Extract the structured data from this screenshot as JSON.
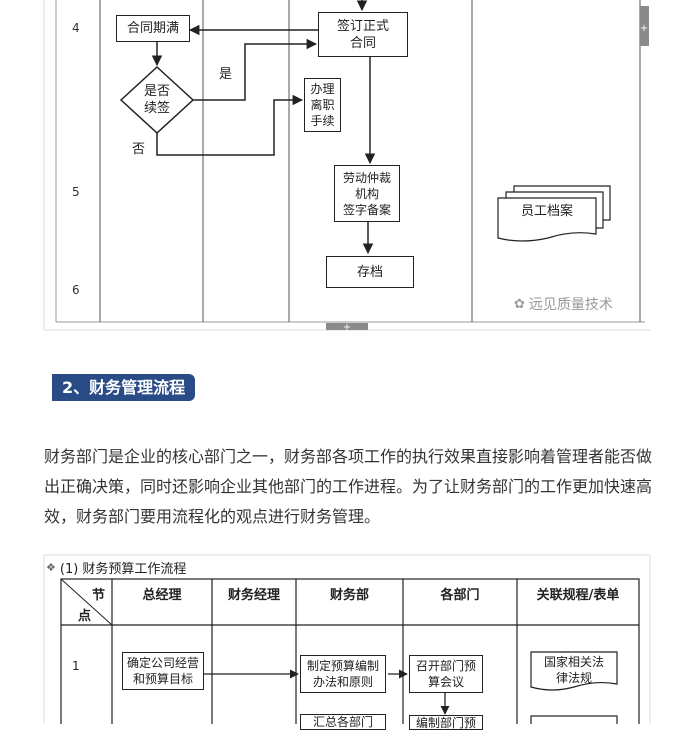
{
  "flow1": {
    "rows": [
      "4",
      "5",
      "6"
    ],
    "nodes": {
      "contract_expire": "合同期满",
      "sign_formal": "签订正式\n合同",
      "renew_q": "是否\n续签",
      "resign": "办理\n离职\n手续",
      "labor_arb": "劳动仲裁\n机构\n签字备案",
      "archive": "存档",
      "emp_file": "员工档案"
    },
    "labels": {
      "yes": "是",
      "no": "否"
    },
    "watermark": "远见质量技术"
  },
  "section": {
    "title": "2、财务管理流程"
  },
  "article": {
    "paragraph": "财务部门是企业的核心部门之一，财务部各项工作的执行效果直接影响着管理者能否做出正确决策，同时还影响企业其他部门的工作进程。为了让财务部门的工作更加快速高效，财务部门要用流程化的观点进行财务管理。"
  },
  "flow2": {
    "title": "(1) 财务预算工作流程",
    "headers": {
      "node_top": "节",
      "node_bottom": "点",
      "gm": "总经理",
      "fm": "财务经理",
      "fd": "财务部",
      "depts": "各部门",
      "rules": "关联规程/表单"
    },
    "row1": "1",
    "nodes": {
      "gm_goal": "确定公司经营\n和预算目标",
      "fd_method": "制定预算编制\n办法和原则",
      "dept_meeting": "召开部门预\n算会议",
      "rules_law": "国家相关法\n律法规",
      "fd_summary": "汇总各部门",
      "dept_compile": "编制部门预"
    }
  },
  "colors": {
    "accent": "#2a4c86",
    "line": "#222222",
    "grid": "#999999"
  }
}
